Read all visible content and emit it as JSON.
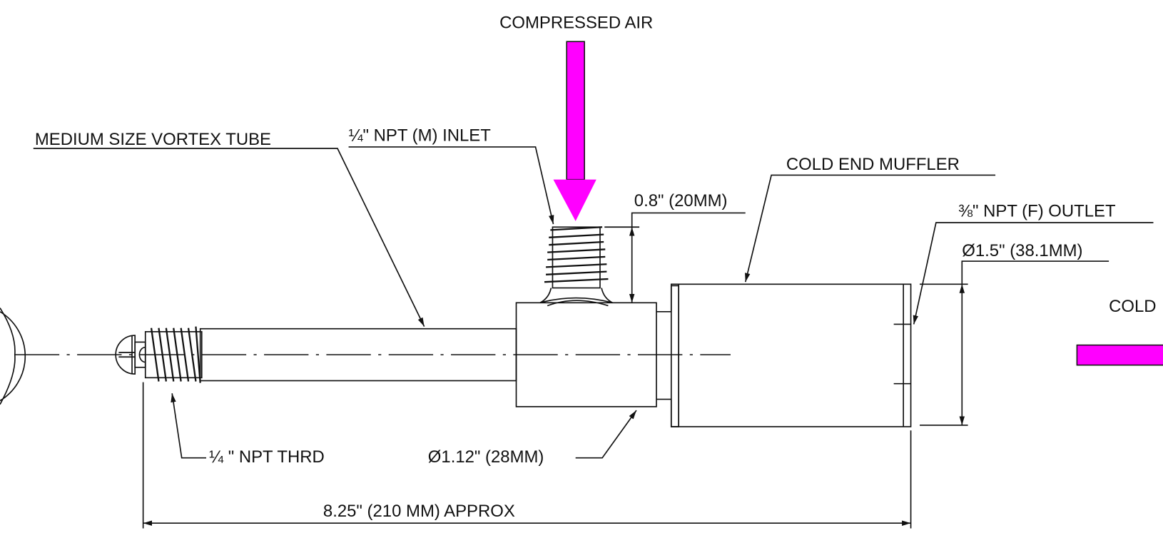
{
  "title": "Medium Size Vortex Tube Dimension Drawing",
  "colors": {
    "air_flow": "#ff00ff",
    "line": "#111111"
  },
  "labels": {
    "compressed_air": "COMPRESSED AIR",
    "vortex_tube": "MEDIUM SIZE VORTEX TUBE",
    "inlet": "¼\" NPT (M) INLET",
    "inlet_height": "0.8\" (20MM)",
    "cold_end_muffler": "COLD END MUFFLER",
    "outlet": "⅜\" NPT (F) OUTLET",
    "muffler_diameter": "Ø1.5\" (38.1MM)",
    "cold": "COLD",
    "npt_thread": "¼ \" NPT THRD",
    "body_diameter": "Ø1.12\" (28MM)",
    "overall_length": "8.25\" (210 MM) APPROX"
  }
}
